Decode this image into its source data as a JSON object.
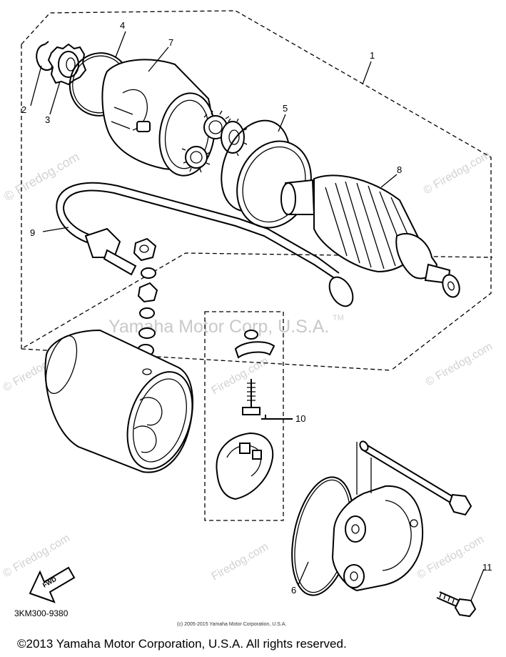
{
  "watermarks": {
    "firedog": "© Firedog.com",
    "firedog_short": "Firedog.com",
    "yamaha": "Yamaha Motor Corp, U.S.A.",
    "trademark": "TM"
  },
  "callouts": [
    "1",
    "2",
    "3",
    "4",
    "5",
    "6",
    "7",
    "8",
    "9",
    "10",
    "11"
  ],
  "fwd_label": "FWD",
  "part_code": "3KM300-9380",
  "small_copyright": "(c) 2005-2015 Yamaha Motor Corporation, U.S.A.",
  "footer_copyright": "©2013 Yamaha Motor Corporation, U.S.A. All rights reserved.",
  "colors": {
    "line": "#000000",
    "watermark": "#cccccc",
    "background": "#ffffff"
  }
}
